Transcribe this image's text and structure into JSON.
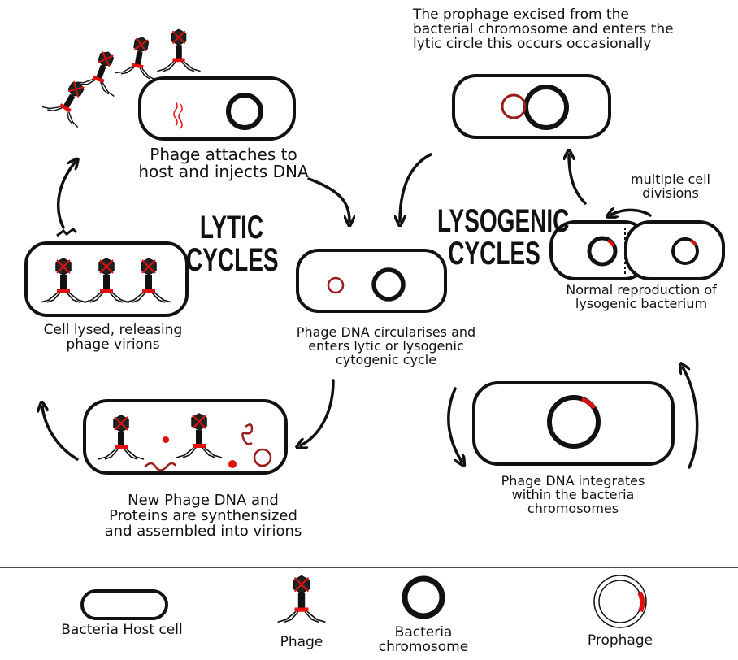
{
  "labels": {
    "lytic_title": "LYTIC\nCYCLES",
    "lysogenic_title": "LYSOGENIC\nCYCLES",
    "attach": "Phage attaches to\nhost and injects DNA",
    "circularise": "Phage DNA circularises and\nenters lytic or lysogenic\ncytogenic cycle",
    "synth": "New Phage DNA and\nProteins are synthensized\nand assembled into virions",
    "lysed": "Cell lysed, releasing\nphage virions",
    "excised": "The prophage excised from the\nbacterial chromosome and enters the\nlytic circle this occurs occasionally",
    "multiple": "multiple cell\ndivisions",
    "normal": "Normal reproduction of\nlysogenic bacterium",
    "integrates": "Phage DNA integrates\nwithin the bacteria\nchromosomes"
  },
  "legend": {
    "host": "Bacteria Host cell",
    "phage": "Phage",
    "chromosome": "Bacteria\nchromosome",
    "prophage": "Prophage"
  },
  "colors": {
    "outline": "#111111",
    "phage_dna": "#e01010",
    "prophage_dna": "#9b1c1c"
  }
}
